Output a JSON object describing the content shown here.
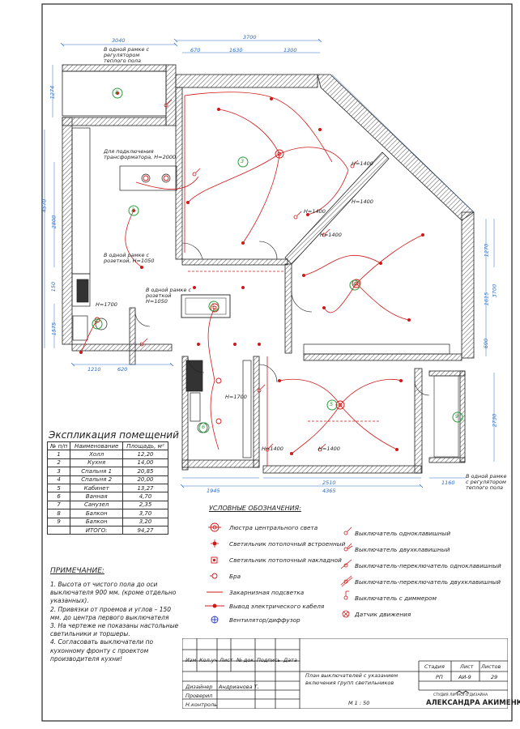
{
  "explication": {
    "title": "Экспликация помещений",
    "headers": [
      "№ п/п",
      "Наименование",
      "Площадь, м²"
    ],
    "rows": [
      {
        "n": "1",
        "name": "Холл",
        "area": "12,20"
      },
      {
        "n": "2",
        "name": "Кухня",
        "area": "14,00"
      },
      {
        "n": "3",
        "name": "Спальня 1",
        "area": "20,85"
      },
      {
        "n": "4",
        "name": "Спальня 2",
        "area": "20,00"
      },
      {
        "n": "5",
        "name": "Кабинет",
        "area": "13,27"
      },
      {
        "n": "6",
        "name": "Ванная",
        "area": "4,70"
      },
      {
        "n": "7",
        "name": "Санузел",
        "area": "2,35"
      },
      {
        "n": "8",
        "name": "Балкон",
        "area": "3,70"
      },
      {
        "n": "9",
        "name": "Балкон",
        "area": "3,20"
      }
    ],
    "total_label": "ИТОГО:",
    "total": "94,27"
  },
  "notes": {
    "title": "ПРИМЕЧАНИЕ:",
    "items": [
      "1. Высота от чистого пола до оси выключателя 900 мм. (кроме отдельно указанных).",
      "2. Привязки от проемов и углов – 150 мм. до центра первого выключателя",
      "3. На чертеже не показаны настольные светильники и торшеры.",
      "4. Согласовать выключатели по кухонному фронту с проектом производителя кухни!"
    ]
  },
  "legend": {
    "title": "УСЛОВНЫЕ ОБОЗНАЧЕНИЯ:",
    "left": [
      {
        "icon": "chandelier-icon",
        "label": "Люстра центрального света"
      },
      {
        "icon": "recessed-light-icon",
        "label": "Светильник потолочный встроенный"
      },
      {
        "icon": "surface-light-icon",
        "label": "Светильник потолочный накладной"
      },
      {
        "icon": "wall-sconce-icon",
        "label": "Бра"
      },
      {
        "icon": "cornice-light-icon",
        "label": "Закарнизная подсветка"
      },
      {
        "icon": "cable-outlet-icon",
        "label": "Вывод электрического кабеля"
      },
      {
        "icon": "ventilator-icon",
        "label": "Вентилятор/диффузор"
      }
    ],
    "right": [
      {
        "icon": "switch-1-icon",
        "label": "Выключатель одноклавишный"
      },
      {
        "icon": "switch-2-icon",
        "label": "Выключатель двухклавишный"
      },
      {
        "icon": "pass-switch-1-icon",
        "label": "Выключатель-переключатель одноклавишный"
      },
      {
        "icon": "pass-switch-2-icon",
        "label": "Выключатель-переключатель двухклавишный"
      },
      {
        "icon": "dimmer-icon",
        "label": "Выключатель с диммером"
      },
      {
        "icon": "motion-sensor-icon",
        "label": "Датчик движения"
      }
    ]
  },
  "plan": {
    "room_numbers": [
      "1",
      "2",
      "3",
      "4",
      "5",
      "6",
      "7",
      "8",
      "9"
    ],
    "callouts": [
      "В одной рамке с регулятором теплого пола",
      "Для подключения трансформатора, Н=2000",
      "В одной рамке с розеткой, Н=1050",
      "В одной рамке с розеткой Н=1050",
      "В одной рамке с регулятором теплого пола"
    ],
    "heights": [
      "Н=1400",
      "Н=1400",
      "Н=1400",
      "Н=1400",
      "Н=1700",
      "Н=1700",
      "Н=1400",
      "Н=1400"
    ],
    "dims_top": [
      "3040",
      "3700",
      "670",
      "1630",
      "1300"
    ],
    "dims_bottom": [
      "1210",
      "620",
      "1945",
      "2510",
      "4365",
      "1160"
    ],
    "dims_left": [
      "1274",
      "4570",
      "2800",
      "150",
      "1575"
    ],
    "dims_right": [
      "1270",
      "3700",
      "1615",
      "690",
      "2730"
    ]
  },
  "title_block": {
    "col_headers": [
      "Изм",
      "Кол.уч",
      "Лист",
      "№ док.",
      "Подпись",
      "Дата"
    ],
    "roles": [
      {
        "role": "Дизайнер",
        "name": "Андрианова Т."
      },
      {
        "role": "Проверил",
        "name": ""
      },
      {
        "role": "Н.контроль",
        "name": ""
      }
    ],
    "drawing_title": "План выключателей с указанием включения групп светильников",
    "scale": "М 1 : 50",
    "stage_label": "Стадия",
    "stage": "РП",
    "sheet_label": "Лист",
    "sheet": "АИ-9",
    "sheets_label": "Листов",
    "sheets": "29",
    "studio_small": "СТУДИЯ ЛИЧНОГО ДИЗАЙНА",
    "studio_name": "АЛЕКСАНДРА АКИМЕНКОВА"
  },
  "colors": {
    "lines": "#222222",
    "electric": "#d01818",
    "room_marker": "#2a9d3a",
    "hatch": "#555555"
  }
}
